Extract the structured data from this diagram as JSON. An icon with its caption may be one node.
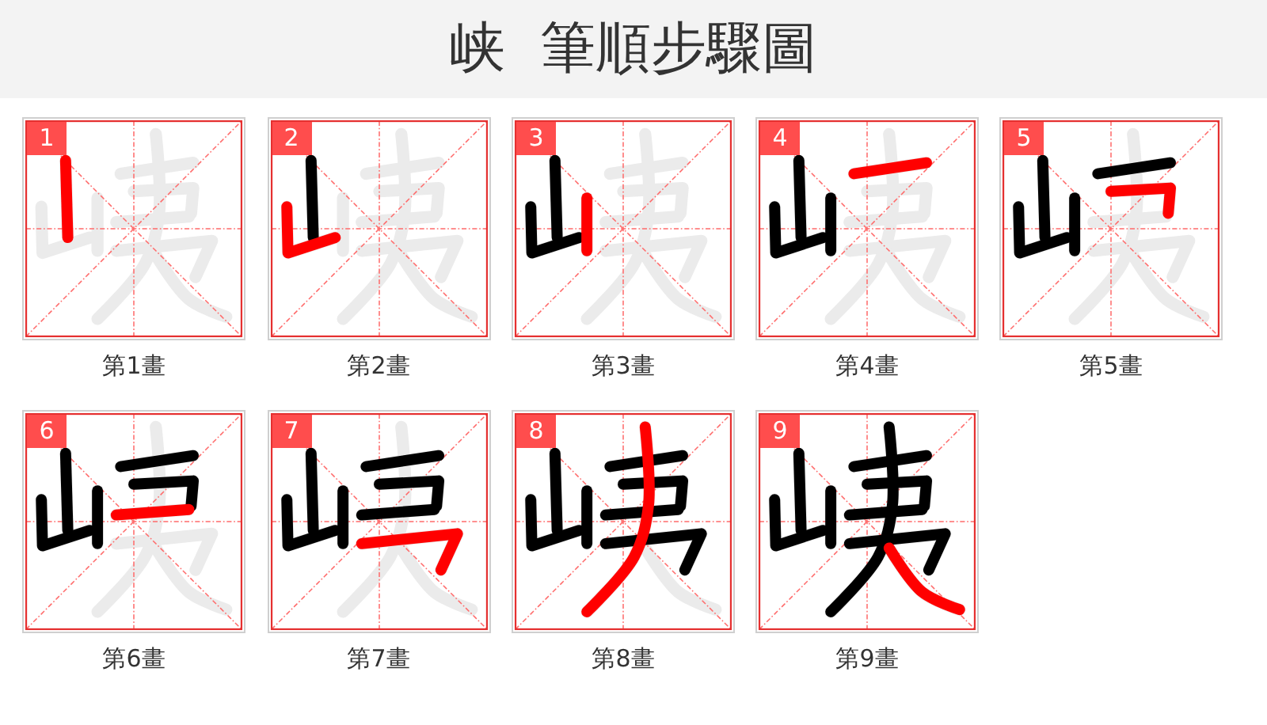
{
  "diagram": {
    "title": "峡 筆順步驟圖",
    "nodes": [
      {
        "text": [
          "1"
        ],
        "beside": [
          "第1畫"
        ]
      },
      {
        "text": [
          "2"
        ],
        "beside": [
          "第2畫"
        ]
      },
      {
        "text": [
          "3"
        ],
        "beside": [
          "第3畫"
        ]
      },
      {
        "text": [
          "4"
        ],
        "beside": [
          "第4畫"
        ]
      },
      {
        "text": [
          "5"
        ],
        "beside": [
          "第5畫"
        ]
      },
      {
        "text": [
          "6"
        ],
        "beside": [
          "第6畫"
        ]
      },
      {
        "text": [
          "7"
        ],
        "beside": [
          "第7畫"
        ]
      },
      {
        "text": [
          "8"
        ],
        "beside": [
          "第8畫"
        ]
      },
      {
        "text": [
          "9"
        ],
        "beside": [
          "第9畫"
        ]
      }
    ]
  }
}
